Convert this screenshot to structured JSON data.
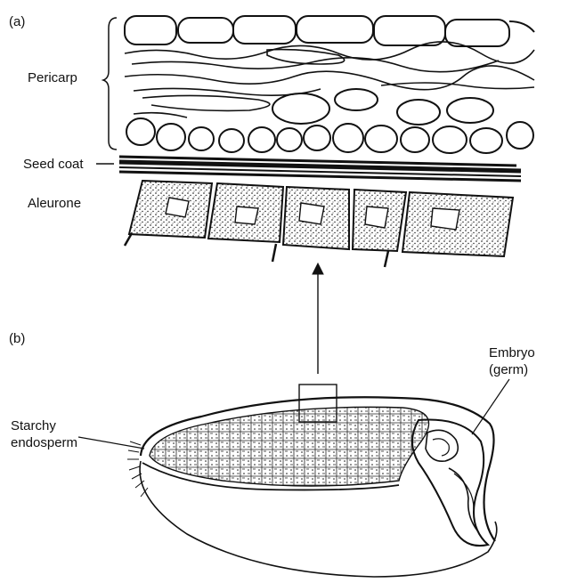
{
  "panel_a": {
    "tag": "(a)",
    "labels": {
      "pericarp": "Pericarp",
      "seed_coat": "Seed coat",
      "aleurone": "Aleurone"
    }
  },
  "panel_b": {
    "tag": "(b)",
    "labels": {
      "starchy_line1": "Starchy",
      "starchy_line2": "endosperm",
      "embryo_line1": "Embryo",
      "embryo_line2": "(germ)"
    }
  },
  "colors": {
    "ink": "#111111",
    "paper": "#ffffff"
  }
}
